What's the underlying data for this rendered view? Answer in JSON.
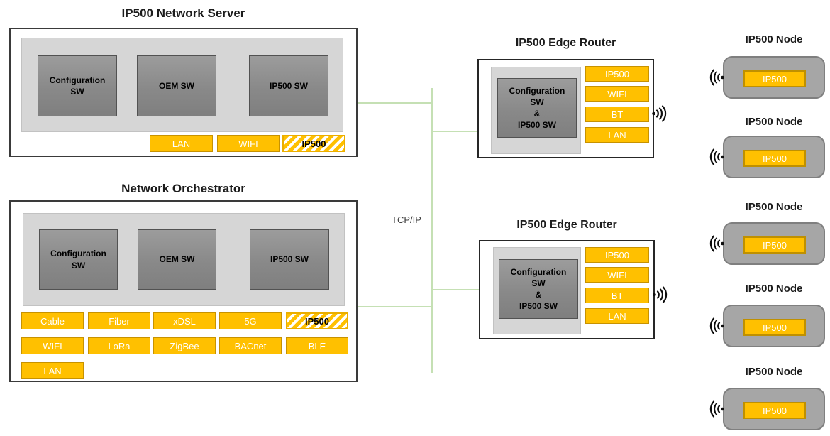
{
  "server": {
    "title": "IP500 Network Server",
    "modules": [
      "Configuration\nSW",
      "OEM SW",
      "IP500 SW"
    ],
    "protocols": [
      "LAN",
      "WIFI",
      "IP500"
    ]
  },
  "orchestrator": {
    "title": "Network Orchestrator",
    "modules": [
      "Configuration\nSW",
      "OEM SW",
      "IP500 SW"
    ],
    "protocols_row1": [
      "Cable",
      "Fiber",
      "xDSL",
      "5G",
      "IP500"
    ],
    "protocols_row2": [
      "WIFI",
      "LoRa",
      "ZigBee",
      "BACnet",
      "BLE"
    ],
    "protocols_row3": [
      "LAN"
    ]
  },
  "backbone": {
    "label": "TCP/IP"
  },
  "edge_routers": [
    {
      "title": "IP500 Edge Router",
      "module": "Configuration\nSW\n&\nIP500 SW",
      "protocols": [
        "IP500",
        "WIFI",
        "BT",
        "LAN"
      ]
    },
    {
      "title": "IP500 Edge Router",
      "module": "Configuration\nSW\n&\nIP500 SW",
      "protocols": [
        "IP500",
        "WIFI",
        "BT",
        "LAN"
      ]
    }
  ],
  "nodes": [
    {
      "title": "IP500 Node",
      "chip": "IP500"
    },
    {
      "title": "IP500 Node",
      "chip": "IP500"
    },
    {
      "title": "IP500 Node",
      "chip": "IP500"
    },
    {
      "title": "IP500 Node",
      "chip": "IP500"
    },
    {
      "title": "IP500 Node",
      "chip": "IP500"
    }
  ],
  "colors": {
    "accent_orange": "#FFC000",
    "orange_border": "#BF9000",
    "connector_green": "#C5E0B4",
    "node_gray": "#A6A6A6",
    "module_gray": "#8C8C8C",
    "panel_gray": "#D6D6D6"
  }
}
